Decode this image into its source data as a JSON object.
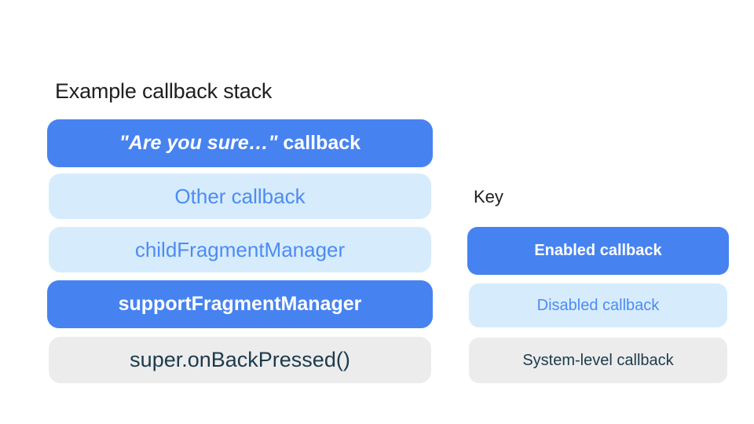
{
  "page": {
    "title": "Example callback stack"
  },
  "stack": {
    "items": [
      {
        "quoted": "\"Are you sure…\"",
        "rest": " callback",
        "type": "enabled"
      },
      {
        "label": "Other callback",
        "type": "disabled"
      },
      {
        "label": "childFragmentManager",
        "type": "disabled"
      },
      {
        "label": "supportFragmentManager",
        "type": "enabled"
      },
      {
        "label": "super.onBackPressed()",
        "type": "system"
      }
    ]
  },
  "legend": {
    "heading": "Key",
    "items": [
      {
        "label": "Enabled callback",
        "type": "enabled"
      },
      {
        "label": "Disabled callback",
        "type": "disabled"
      },
      {
        "label": "System-level callback",
        "type": "system"
      }
    ]
  },
  "colors": {
    "enabled_bg": "#4683F1",
    "enabled_text": "#FFFFFF",
    "disabled_bg": "#D6ECFC",
    "disabled_text": "#4D8BF5",
    "system_bg": "#ECECEC",
    "system_text": "#1C3A4D",
    "heading_text": "#1F1F1F",
    "background": "#FFFFFF"
  }
}
